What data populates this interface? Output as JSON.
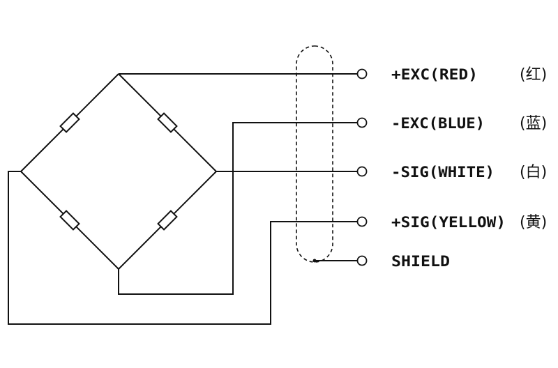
{
  "terminals": [
    {
      "label": "+EXC(RED)",
      "cn": "(红)"
    },
    {
      "label": "-EXC(BLUE)",
      "cn": "(蓝)"
    },
    {
      "label": "-SIG(WHITE)",
      "cn": "(白)"
    },
    {
      "label": "+SIG(YELLOW)",
      "cn": "(黄)"
    },
    {
      "label": "SHIELD",
      "cn": ""
    }
  ]
}
